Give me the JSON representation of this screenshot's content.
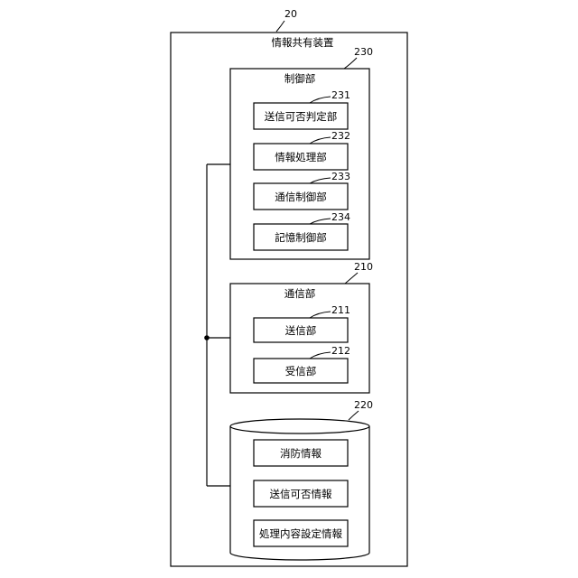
{
  "device": {
    "ref": "20",
    "label": "情報共有装置"
  },
  "control_unit": {
    "ref": "230",
    "label": "制御部",
    "children": [
      {
        "ref": "231",
        "label": "送信可否判定部"
      },
      {
        "ref": "232",
        "label": "情報処理部"
      },
      {
        "ref": "233",
        "label": "通信制御部"
      },
      {
        "ref": "234",
        "label": "記憶制御部"
      }
    ]
  },
  "comm_unit": {
    "ref": "210",
    "label": "通信部",
    "children": [
      {
        "ref": "211",
        "label": "送信部"
      },
      {
        "ref": "212",
        "label": "受信部"
      }
    ]
  },
  "storage_unit": {
    "ref": "220",
    "items": [
      {
        "label": "消防情報"
      },
      {
        "label": "送信可否情報"
      },
      {
        "label": "処理内容設定情報"
      }
    ]
  }
}
